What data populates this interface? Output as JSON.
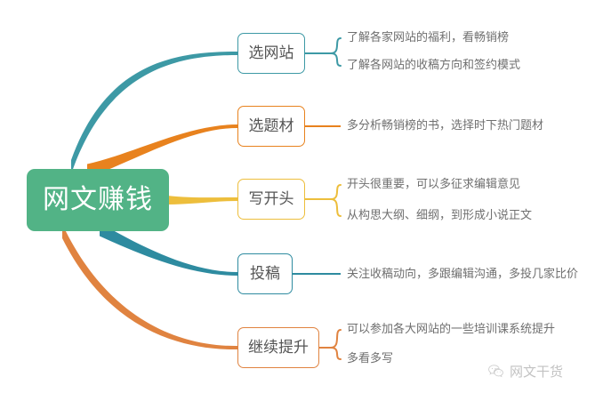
{
  "diagram": {
    "type": "mind-map",
    "title": "网文赚钱",
    "center": {
      "label": "网文赚钱",
      "color": "#52b386"
    },
    "branches": [
      {
        "label": "选网站",
        "color": "#3d99a5",
        "leaves": [
          "了解各家网站的福利，看畅销榜",
          "了解各网站的收稿方向和签约模式"
        ]
      },
      {
        "label": "选题材",
        "color": "#e8821e",
        "leaves": [
          "多分析畅销榜的书，选择时下热门题材"
        ]
      },
      {
        "label": "写开头",
        "color": "#edbe3c",
        "leaves": [
          "开头很重要，可以多征求编辑意见",
          "从构思大纲、细纲，到形成小说正文"
        ]
      },
      {
        "label": "投稿",
        "color": "#2e8ba0",
        "leaves": [
          "关注收稿动向，多跟编辑沟通，多投几家比价"
        ]
      },
      {
        "label": "继续提升",
        "color": "#e08340",
        "leaves": [
          "可以参加各大网站的一些培训课系统提升",
          "多看多写"
        ]
      }
    ]
  },
  "watermark": {
    "label": "网文干货",
    "icon": "wechat-icon"
  }
}
